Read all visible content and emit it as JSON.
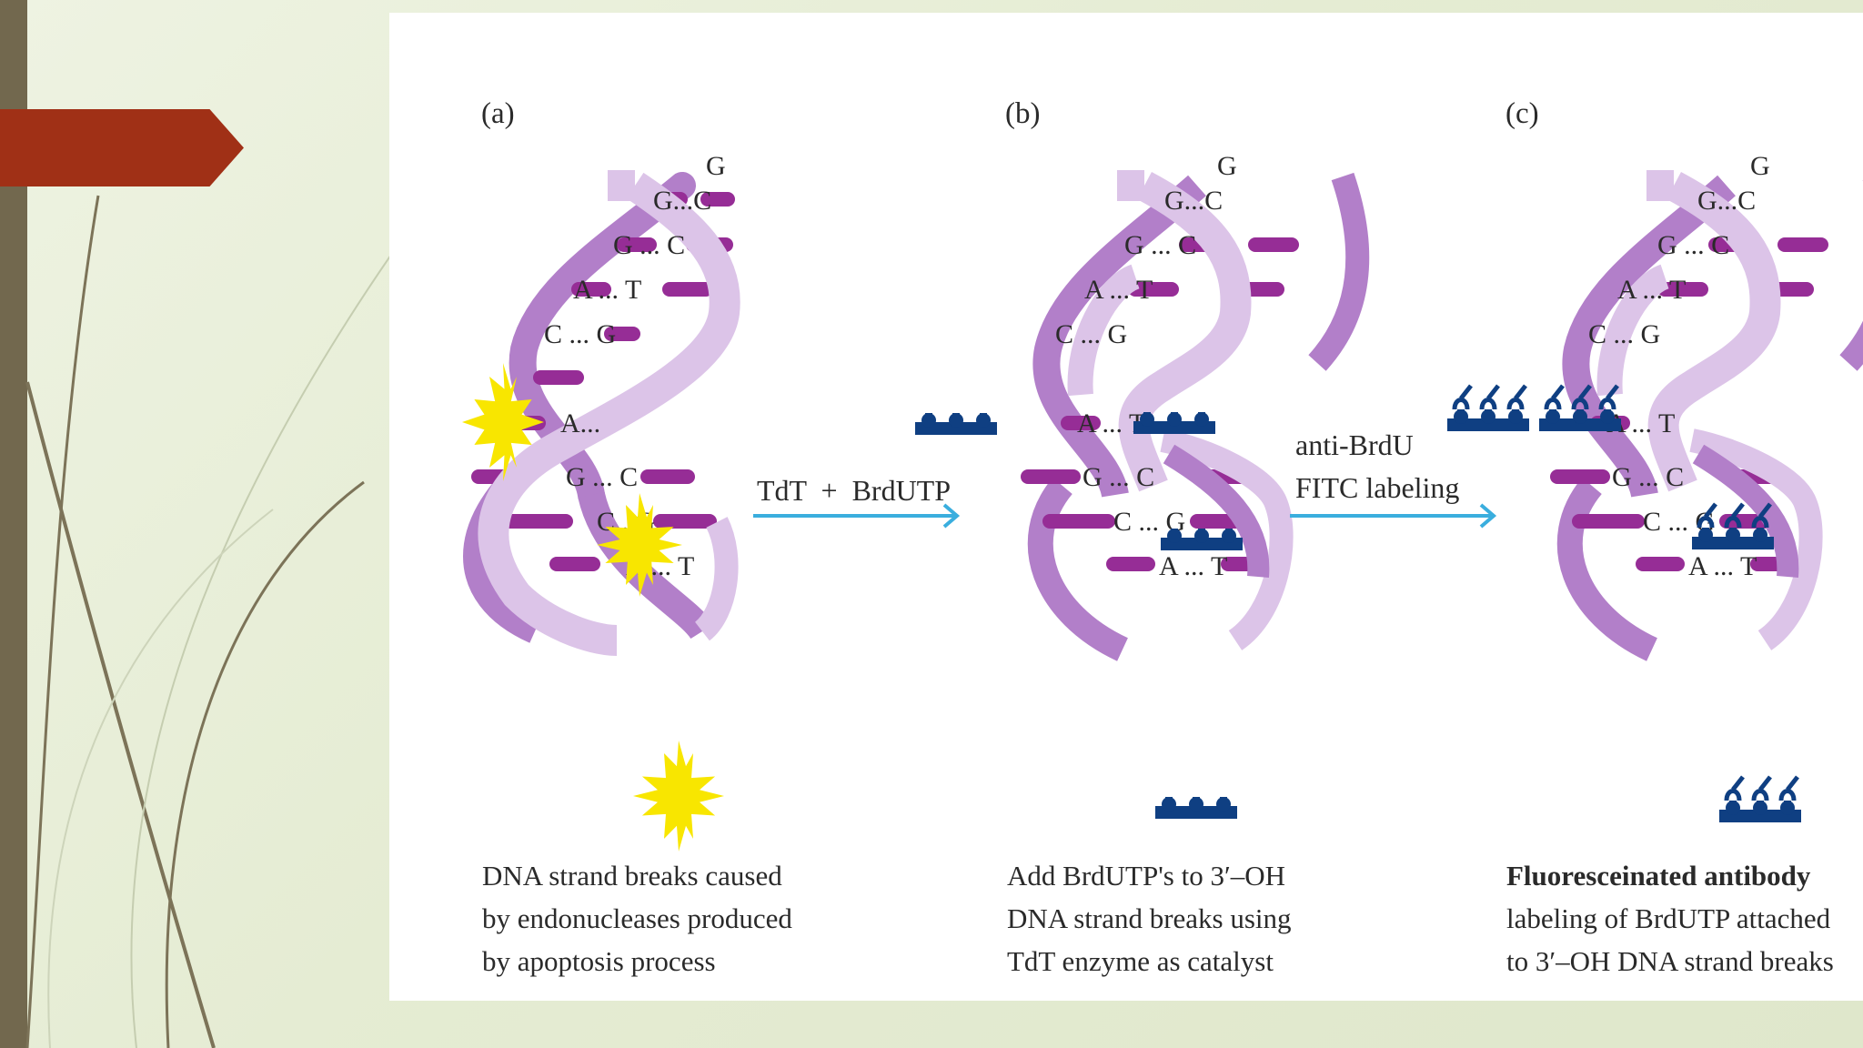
{
  "panels": {
    "a": {
      "label": "(a)",
      "top_base": "G",
      "pairs": [
        "G...C",
        "G ... C",
        "A ... T",
        "C ... G",
        "A...",
        "G ... C",
        "C...G",
        "A ... T"
      ],
      "caption": [
        "DNA strand breaks caused",
        "by endonucleases produced",
        "by apoptosis process"
      ]
    },
    "b": {
      "label": "(b)",
      "top_base": "G",
      "pairs": [
        "G...C",
        "G ... C",
        "A ... T",
        "C ... G",
        "A ... T",
        "G ... C",
        "C ... G",
        "A ... T"
      ],
      "caption": [
        "Add BrdUTP's to 3′–OH",
        "DNA strand breaks using",
        "TdT enzyme as catalyst"
      ]
    },
    "c": {
      "label": "(c)",
      "top_base": "G",
      "pairs": [
        "G...C",
        "G ... C",
        "A ... T",
        "C ... G",
        "A ... T",
        "G ... C",
        "C ... G",
        "A ... T"
      ],
      "caption_bold": "Fluoresceinated antibody",
      "caption": [
        "labeling of BrdUTP attached",
        "to 3′–OH DNA strand breaks"
      ]
    }
  },
  "reaction_1": {
    "text": "TdT  +  BrdUTP"
  },
  "reaction_2": {
    "line1": "anti-BrdU",
    "line2": "FITC labeling"
  },
  "colors": {
    "backbone_light": "#dcc4e8",
    "backbone_dark": "#b27fc9",
    "base_pair": "#962d96",
    "nucleotide": "#0f3f82",
    "arrow": "#3aaede",
    "starburst": "#f8e600",
    "slide_accent": "#a03016",
    "left_bar": "#72684e"
  }
}
